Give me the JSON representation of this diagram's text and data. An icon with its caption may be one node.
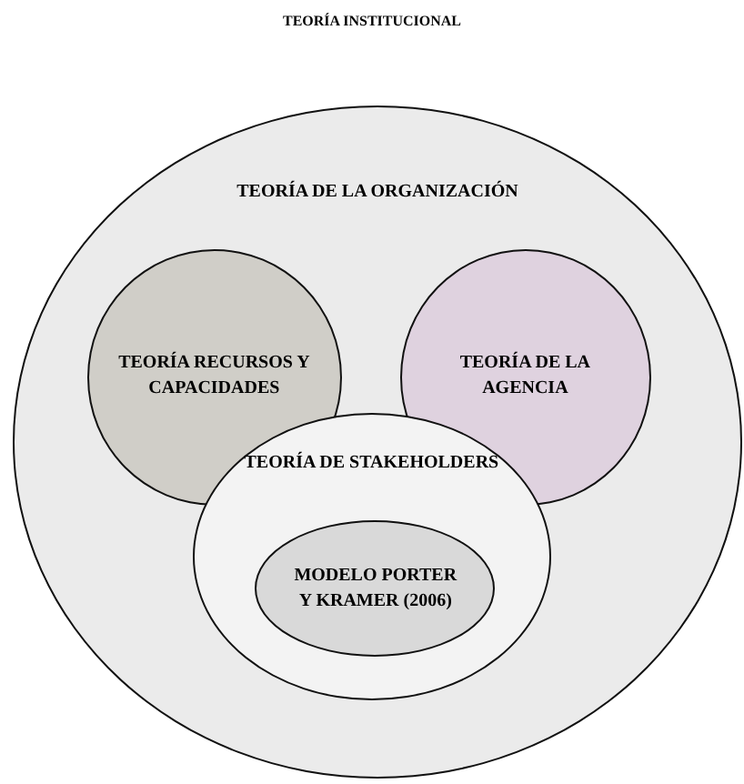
{
  "diagram": {
    "title": "TEORÍA INSTITUCIONAL",
    "nodes": [
      {
        "text": [
          "TEORÍA DE LA ORGANIZACIÓN"
        ]
      },
      {
        "text": [
          "TEORÍA RECURSOS Y CAPACIDADES"
        ],
        "in": 0
      },
      {
        "text": [
          "TEORÍA DE LA AGENCIA"
        ],
        "in": 0
      },
      {
        "text": [
          "TEORÍA DE STAKEHOLDERS"
        ],
        "in": 0
      },
      {
        "text": [
          "MODELO PORTER Y KRAMER (2006)"
        ],
        "in": 3
      }
    ]
  }
}
